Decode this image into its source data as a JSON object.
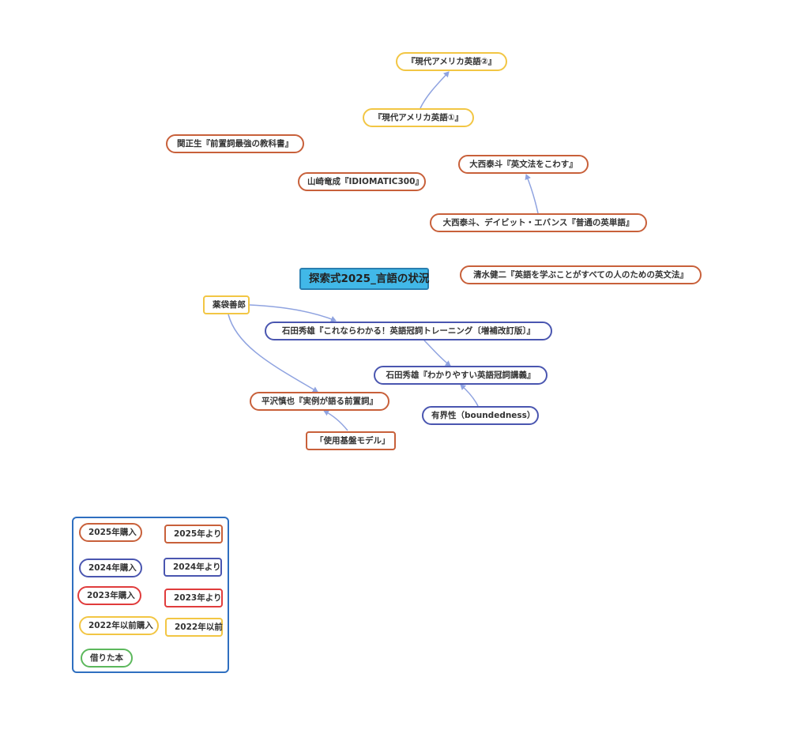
{
  "root": {
    "label": "探索式2025_言語の状況"
  },
  "nodes": {
    "gendai2": "『現代アメリカ英語②』",
    "gendai1": "『現代アメリカ英語①』",
    "seki": "関正生『前置詞最強の教科書』",
    "yamazaki": "山崎竜成『IDIOMATIC300』",
    "onishi_bunpou": "大西泰斗『英文法をこわす』",
    "onishi_futsu": "大西泰斗、デイビット・エバンス『普通の英単語』",
    "shimizu": "清水健二『英語を学ぶことがすべての人のための英文法』",
    "yakutai": "薬袋善郎",
    "ishida_kore": "石田秀雄『これならわかる！英語冠詞トレーニング〔増補改訂版〕』",
    "ishida_wakari": "石田秀雄『わかりやすい英語冠詞講義』",
    "hirasawa": "平沢慎也『実例が語る前置詞』",
    "boundedness": "有界性（boundedness）",
    "shiyou": "「使用基盤モデル」"
  },
  "legend": {
    "p2025": "2025年購入",
    "r2025": "2025年より",
    "p2024": "2024年購入",
    "r2024": "2024年より",
    "p2023": "2023年購入",
    "r2023": "2023年より",
    "p2022": "2022年以前購入",
    "r2022": "2022年以前",
    "borrowed": "借りた本"
  },
  "colors": {
    "orange": "#c8603a",
    "blue": "#4a56b0",
    "red": "#e03c3c",
    "yellow": "#f2c644",
    "green": "#5cb85c",
    "root_fill": "#41b8e8",
    "edge": "#8fa3e0",
    "legend_frame": "#2f6fc0"
  }
}
